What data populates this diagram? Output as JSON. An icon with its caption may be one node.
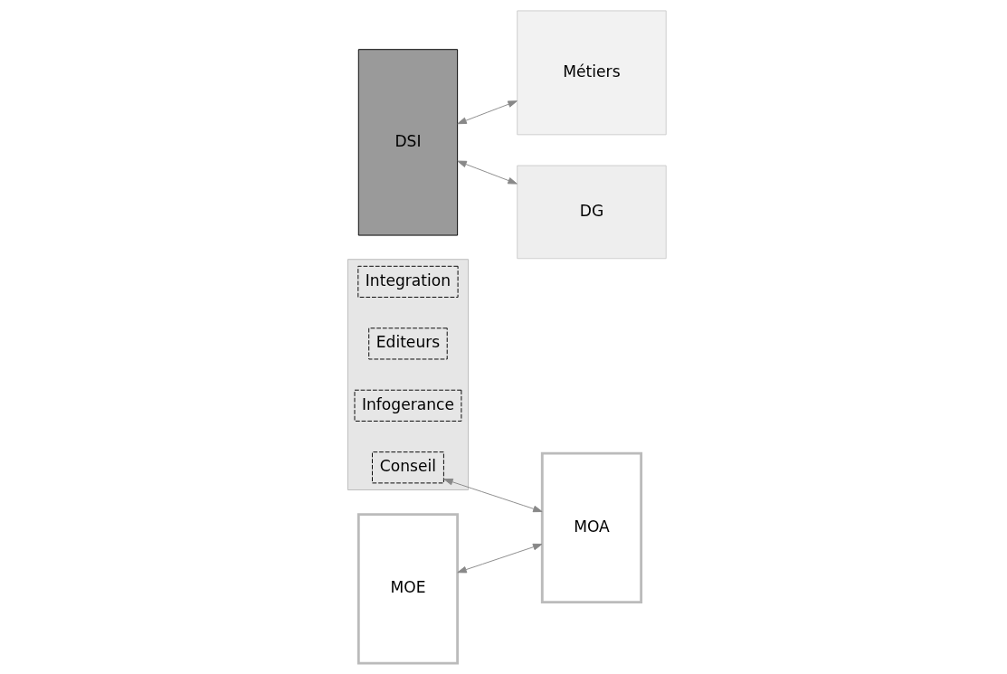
{
  "diagram": {
    "nodes": [
      {
        "text": [],
        "shape": "box"
      },
      {
        "text": [
          "Integration"
        ],
        "in": 0
      },
      {
        "text": [
          "Editeurs"
        ],
        "in": 0
      },
      {
        "text": [
          "Infogerance"
        ],
        "in": 0
      },
      {
        "text": [
          "Conseil"
        ],
        "in": 0
      },
      {
        "text": [
          "DSI"
        ]
      },
      {
        "text": [
          "MOE"
        ]
      },
      {
        "text": [
          "Métiers"
        ]
      },
      {
        "text": [
          "MOA"
        ]
      },
      {
        "text": [
          "DG"
        ]
      }
    ],
    "edges": [
      {
        "from": 5,
        "to": 7,
        "arrow": "both"
      },
      {
        "from": 6,
        "to": 8,
        "arrow": "both"
      },
      {
        "from": 4,
        "to": 8,
        "arrow": "both"
      },
      {
        "from": 5,
        "to": 9,
        "arrow": "both"
      }
    ]
  }
}
